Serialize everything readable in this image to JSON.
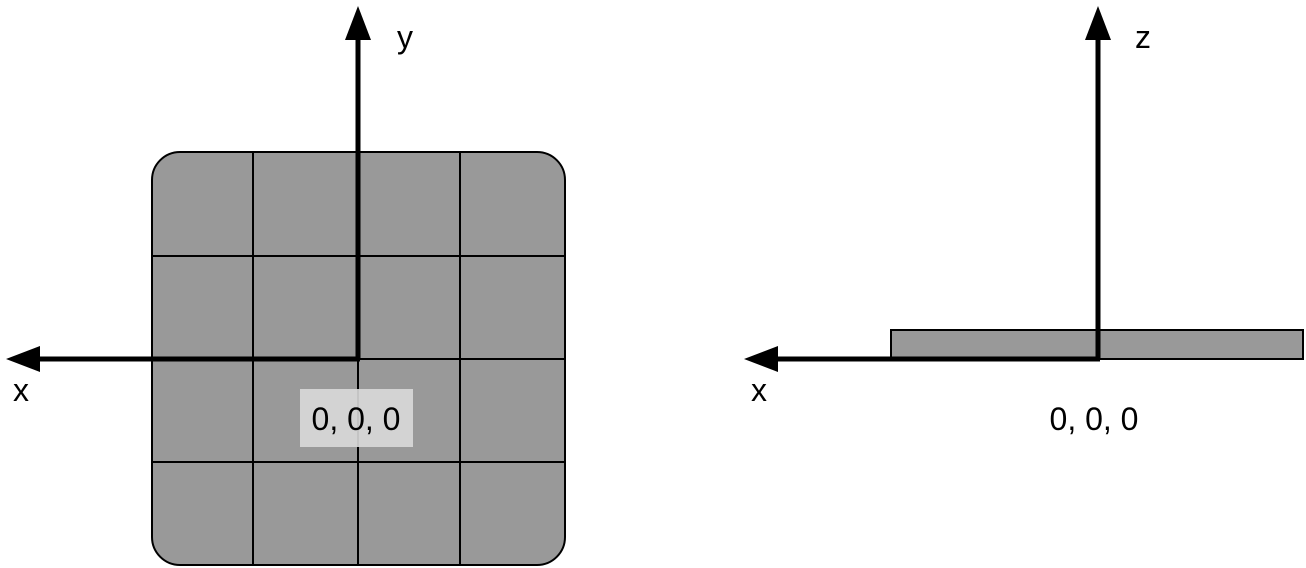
{
  "top_view": {
    "x_axis_label": "x",
    "y_axis_label": "y",
    "origin_label": "0, 0, 0"
  },
  "side_view": {
    "x_axis_label": "x",
    "z_axis_label": "z",
    "origin_label": "0, 0, 0"
  },
  "colors": {
    "plate_fill": "#999999",
    "label_box_fill": "#d9d9d9",
    "stroke": "#000000"
  }
}
